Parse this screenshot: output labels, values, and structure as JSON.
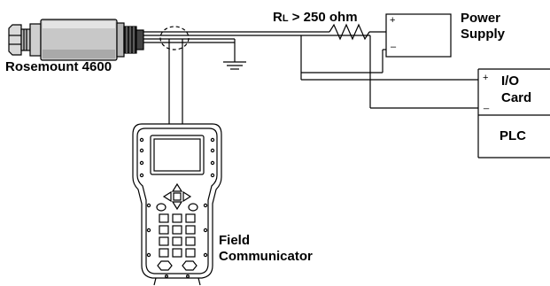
{
  "labels": {
    "transmitter": "Rosemount 4600",
    "resistor": "> 250 ohm",
    "resistor_symbol": "R",
    "resistor_subscript": "L",
    "power_supply_line1": "Power",
    "power_supply_line2": "Supply",
    "io_card_line1": "I/O",
    "io_card_line2": "Card",
    "plc": "PLC",
    "communicator_line1": "Field",
    "communicator_line2": "Communicator",
    "plus": "+",
    "minus": "_",
    "ps_minus": "–"
  }
}
